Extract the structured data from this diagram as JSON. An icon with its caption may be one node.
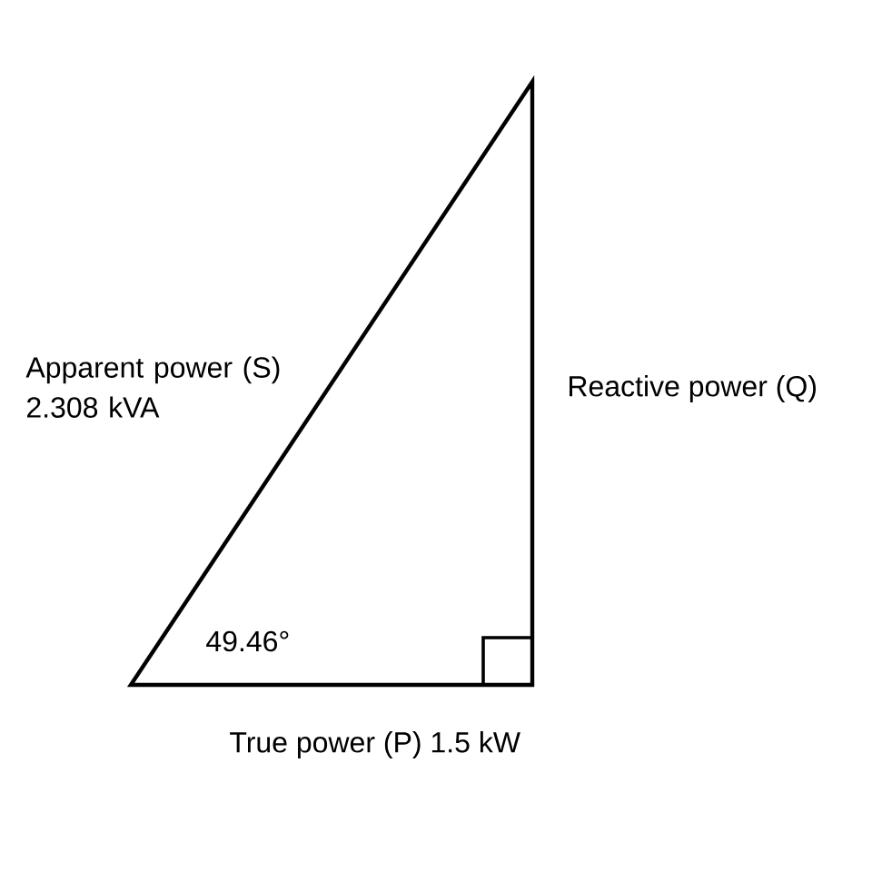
{
  "diagram": {
    "labels": [
      "Apparent power (S) 2.308 kVA",
      "Reactive power (Q)",
      "49.46°",
      "True power (P) 1.5 kW"
    ]
  }
}
